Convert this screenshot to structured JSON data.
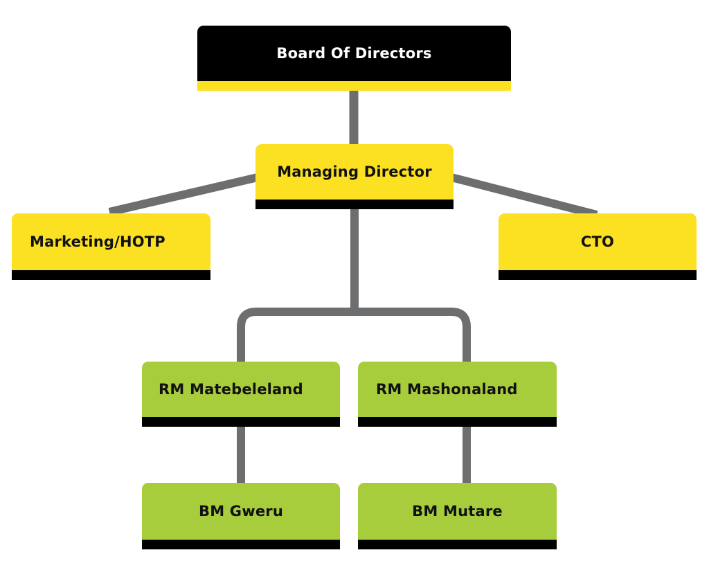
{
  "diagram": {
    "type": "org-chart",
    "colors": {
      "board_fill": "#000000",
      "board_accent": "#fbe122",
      "executive_fill": "#fbe122",
      "regional_fill": "#a8cd3c",
      "band": "#000000",
      "connector": "#6d6e70"
    },
    "nodes": {
      "board": {
        "label": "Board Of Directors"
      },
      "managing_director": {
        "label": "Managing Director"
      },
      "marketing": {
        "label": "Marketing/HOTP"
      },
      "cto": {
        "label": "CTO"
      },
      "rm_matebeleland": {
        "label": "RM Matebeleland"
      },
      "rm_mashonaland": {
        "label": "RM Mashonaland"
      },
      "bm_gweru": {
        "label": "BM Gweru"
      },
      "bm_mutare": {
        "label": "BM Mutare"
      }
    },
    "edges": [
      [
        "board",
        "managing_director"
      ],
      [
        "managing_director",
        "marketing"
      ],
      [
        "managing_director",
        "cto"
      ],
      [
        "managing_director",
        "rm_matebeleland"
      ],
      [
        "managing_director",
        "rm_mashonaland"
      ],
      [
        "rm_matebeleland",
        "bm_gweru"
      ],
      [
        "rm_mashonaland",
        "bm_mutare"
      ]
    ]
  }
}
